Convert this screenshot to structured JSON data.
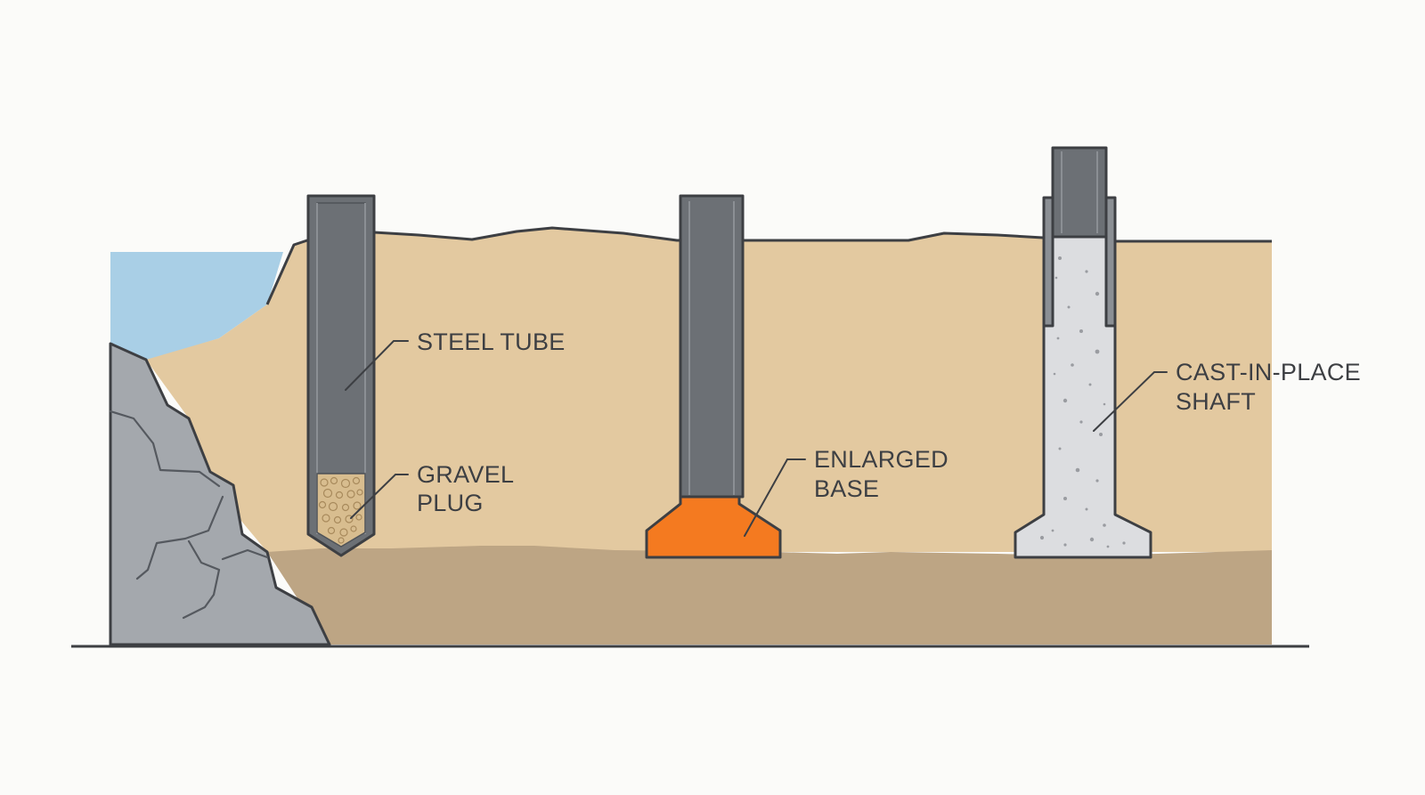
{
  "labels": {
    "steel_tube": "STEEL TUBE",
    "gravel_plug_line1": "GRAVEL",
    "gravel_plug_line2": "PLUG",
    "enlarged_base_line1": "ENLARGED",
    "enlarged_base_line2": "BASE",
    "cast_in_place_line1": "CAST-IN-PLACE",
    "cast_in_place_line2": "SHAFT"
  },
  "colors": {
    "background": "#fbfbf9",
    "water": "#a9cfe6",
    "upper_soil": "#e3c9a0",
    "lower_soil": "#bda584",
    "rock": "#a4a8ad",
    "steel": "#6c7075",
    "steel_edge": "#8b8f94",
    "gravel": "#d8bd8f",
    "enlarged_base": "#f47a20",
    "concrete": "#dcdde0",
    "outline": "#3d3f43"
  }
}
